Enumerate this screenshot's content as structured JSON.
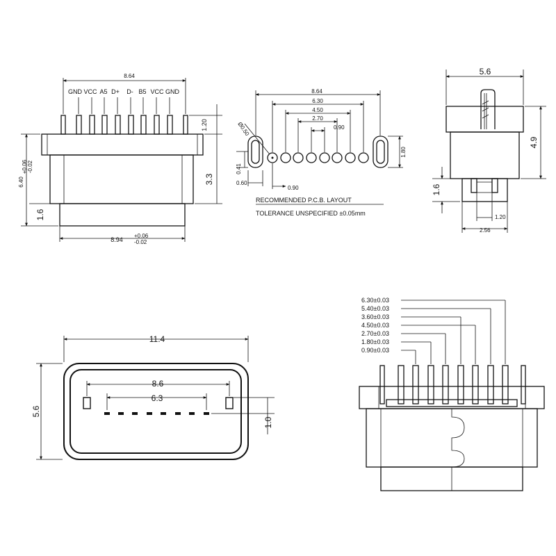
{
  "front_view": {
    "dim_top": "8.64",
    "pin_labels": [
      "GND",
      "VCC",
      "A5",
      "D+",
      "D-",
      "B5",
      "VCC",
      "GND"
    ],
    "dim_pin_height": "1.20",
    "dim_body_height": "3.3",
    "dim_bottom_height": "1.6",
    "dim_left_height_base": "6.40",
    "dim_left_height_tol_plus": "+0.06",
    "dim_left_height_tol_minus": "-0.02",
    "dim_bottom_width_base": "8.94",
    "dim_bottom_width_tol_plus": "+0.06",
    "dim_bottom_width_tol_minus": "-0.02"
  },
  "pcb_layout": {
    "dim_outer": "8.64",
    "dim_630": "6.30",
    "dim_450": "4.50",
    "dim_270": "2.70",
    "dim_090_top": "0.90",
    "dim_hole": "Ø0.50",
    "dim_180": "1.80",
    "dim_041": "0.41",
    "dim_060": "0.60",
    "dim_090_bottom": "0.90",
    "title": "RECOMMENDED  P.C.B. LAYOUT",
    "tolerance": "TOLERANCE UNSPECIFIED ±0.05mm"
  },
  "side_view": {
    "dim_width": "5.6",
    "dim_height": "4.9",
    "dim_bottom": "1.6",
    "dim_120": "1.20",
    "dim_256": "2.56"
  },
  "mating_view": {
    "dim_width": "11.4",
    "dim_height": "5.6",
    "dim_inner": "8.6",
    "dim_contacts": "6.3",
    "dim_offset": "1.0"
  },
  "pin_spacing_view": {
    "labels": [
      "6.30±0.03",
      "5.40±0.03",
      "3.60±0.03",
      "4.50±0.03",
      "2.70±0.03",
      "1.80±0.03",
      "0.90±0.03"
    ]
  }
}
